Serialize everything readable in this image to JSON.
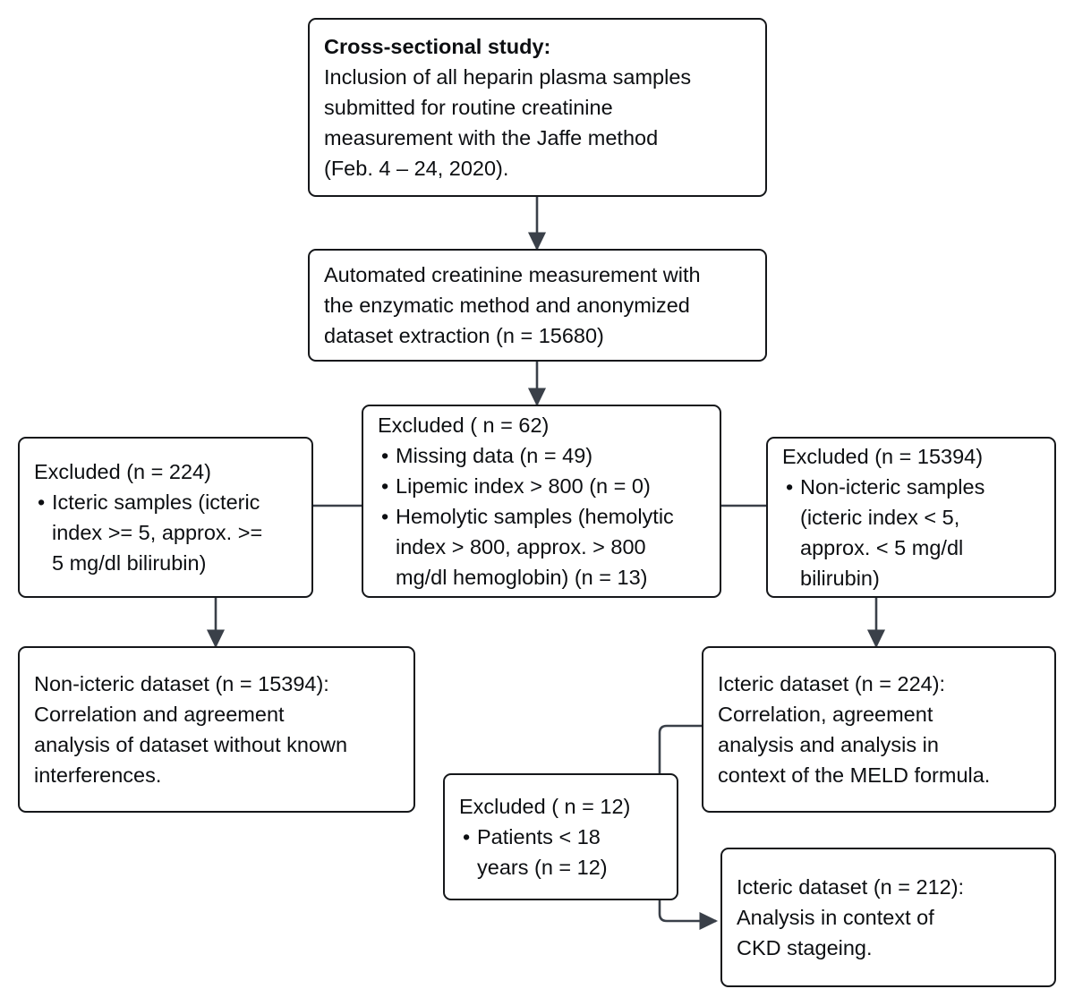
{
  "diagram": {
    "title": "Study flow diagram",
    "colors": {
      "box_border": "#15171a",
      "box_fill": "#ffffff",
      "connector": "#3a4049",
      "text": "#0d0f12"
    },
    "nodes": {
      "cross_sectional": {
        "name": "Cross-sectional study",
        "heading": "Cross-sectional study:",
        "lines": [
          "Inclusion of all heparin plasma samples",
          "submitted for routine creatinine",
          "measurement with the Jaffe method",
          "(Feb. 4 – 24, 2020)."
        ]
      },
      "automated_measurement": {
        "name": "Automated creatinine measurement",
        "lines": [
          "Automated creatinine measurement with",
          "the enzymatic method and anonymized",
          "dataset extraction (n = 15680)"
        ]
      },
      "excluded_62": {
        "name": "Excluded n = 62",
        "heading": "Excluded ( n = 62)",
        "bullets": [
          [
            "Missing data (n = 49)"
          ],
          [
            "Lipemic index > 800 (n = 0)"
          ],
          [
            "Hemolytic samples (hemolytic",
            "index > 800, approx. > 800",
            "mg/dl hemoglobin) (n = 13)"
          ]
        ]
      },
      "excluded_224": {
        "name": "Excluded n = 224",
        "heading": "Excluded (n = 224)",
        "bullets": [
          [
            "Icteric samples (icteric",
            "index >= 5, approx. >=",
            "5 mg/dl bilirubin)"
          ]
        ]
      },
      "excluded_15394": {
        "name": "Excluded n = 15394",
        "heading": "Excluded (n = 15394)",
        "bullets": [
          [
            "Non-icteric samples",
            "(icteric index < 5,",
            "approx. < 5 mg/dl",
            "bilirubin)"
          ]
        ]
      },
      "non_icteric_dataset": {
        "name": "Non-icteric dataset",
        "lines": [
          "Non-icteric dataset (n = 15394):",
          "Correlation and agreement",
          "analysis of dataset without known",
          "interferences."
        ]
      },
      "icteric_dataset_224": {
        "name": "Icteric dataset n = 224",
        "lines": [
          "Icteric dataset (n = 224):",
          "Correlation, agreement",
          "analysis and analysis in",
          "context of the MELD formula."
        ]
      },
      "excluded_12": {
        "name": "Excluded n = 12",
        "heading": "Excluded ( n = 12)",
        "bullets": [
          [
            "Patients < 18",
            "years (n = 12)"
          ]
        ]
      },
      "icteric_dataset_212": {
        "name": "Icteric dataset n = 212",
        "lines": [
          "Icteric dataset (n = 212):",
          "Analysis in context of",
          "CKD stageing."
        ]
      }
    }
  }
}
